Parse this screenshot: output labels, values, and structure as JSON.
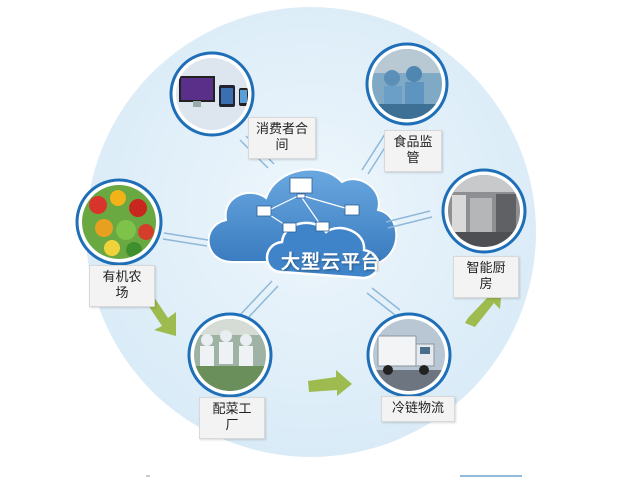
{
  "platform": {
    "title": "大型云平台"
  },
  "nodes": {
    "consumer": {
      "label": "消费者合\n间",
      "icon": "devices-icon"
    },
    "food_supervision": {
      "label": "食品监\n管",
      "icon": "lab-workers-icon"
    },
    "smart_kitchen": {
      "label": "智能厨\n房",
      "icon": "kitchen-icon"
    },
    "cold_chain": {
      "label": "冷链物流",
      "icon": "truck-icon"
    },
    "processing_factory": {
      "label": "配菜工\n厂",
      "icon": "factory-line-icon"
    },
    "organic_farm": {
      "label": "有机农\n场",
      "icon": "vegetables-icon"
    }
  },
  "colors": {
    "background_circle": "#e4f1fa",
    "cloud": "#4a8fd0",
    "arrow_green": "#9dbb4e",
    "arrow_blue": "#8fb8d8",
    "node_ring": "#1f6fb8"
  }
}
